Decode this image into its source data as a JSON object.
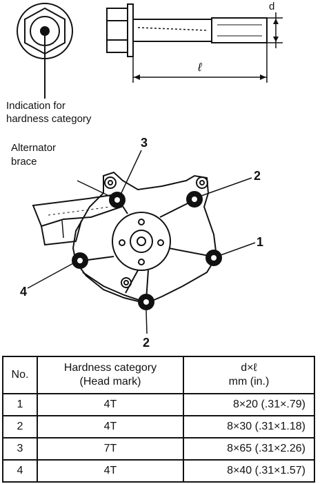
{
  "labels": {
    "d": "d",
    "l": "ℓ",
    "hardness_note": [
      "Indication for",
      "hardness category"
    ],
    "alternator_brace": [
      "Alternator",
      "brace"
    ]
  },
  "bolt_numbers": {
    "top_left": "3",
    "top_right": "2",
    "right": "1",
    "left": "4",
    "bottom": "2"
  },
  "table": {
    "headers": {
      "no": "No.",
      "hardness": [
        "Hardness category",
        "(Head mark)"
      ],
      "dims": [
        "d×ℓ",
        "mm (in.)"
      ]
    },
    "rows": [
      {
        "no": "1",
        "hardness": "4T",
        "dims": "8×20 (.31×.79)"
      },
      {
        "no": "2",
        "hardness": "4T",
        "dims": "8×30 (.31×1.18)"
      },
      {
        "no": "3",
        "hardness": "7T",
        "dims": "8×65 (.31×2.26)"
      },
      {
        "no": "4",
        "hardness": "4T",
        "dims": "8×40 (.31×1.57)"
      }
    ]
  }
}
